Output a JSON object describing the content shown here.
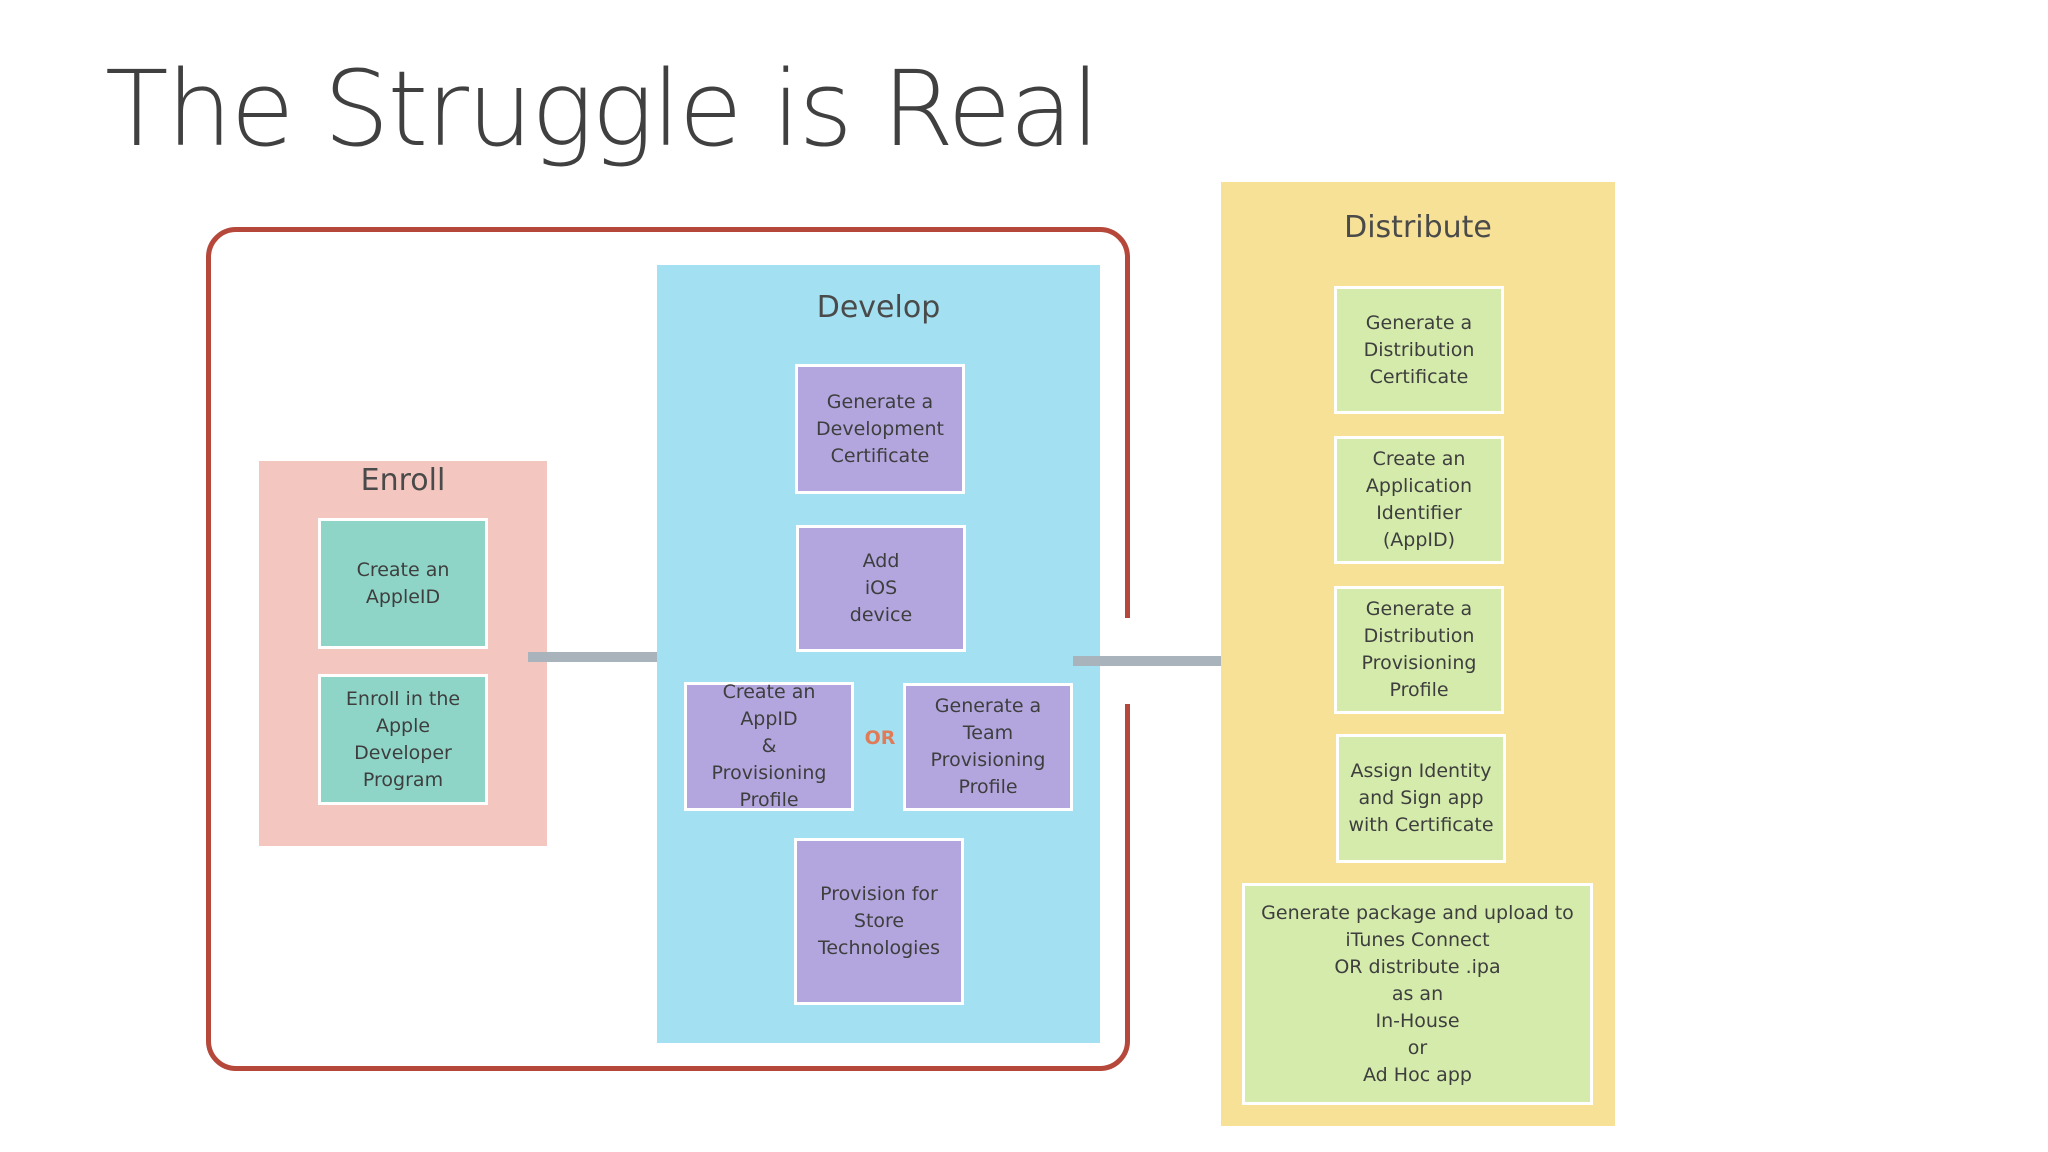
{
  "slide": {
    "title": "The Struggle is Real"
  },
  "colors": {
    "frame": "#b5483a",
    "enroll_panel": "#f3c6c0",
    "develop_panel": "#a3e0f1",
    "distribute_panel": "#f6e196",
    "teal_step": "#8ed5c8",
    "purple_step": "#b3a6de",
    "green_step": "#d4ebab",
    "arrow": "#a9b3bb",
    "or_label": "#e07a57"
  },
  "enroll": {
    "title": "Enroll",
    "steps": [
      "Create an\nAppleID",
      "Enroll in the\nApple\nDeveloper\nProgram"
    ]
  },
  "develop": {
    "title": "Develop",
    "generate_dev_cert": "Generate a\nDevelopment\nCertificate",
    "add_ios_device": "Add\niOS\ndevice",
    "create_appid_profile": "Create an AppID\n&\nProvisioning\nProfile",
    "or_label": "OR",
    "generate_team_profile": "Generate a\nTeam\nProvisioning\nProfile",
    "provision_store": "Provision for\nStore\nTechnologies"
  },
  "distribute": {
    "title": "Distribute",
    "steps": [
      "Generate a\nDistribution\nCertificate",
      "Create an\nApplication\nIdentifier\n(AppID)",
      "Generate a\nDistribution\nProvisioning\nProfile",
      "Assign Identity\nand Sign app\nwith Certificate",
      "Generate package and upload to\niTunes Connect\nOR distribute .ipa\nas an\nIn-House\nor\nAd Hoc app"
    ]
  }
}
